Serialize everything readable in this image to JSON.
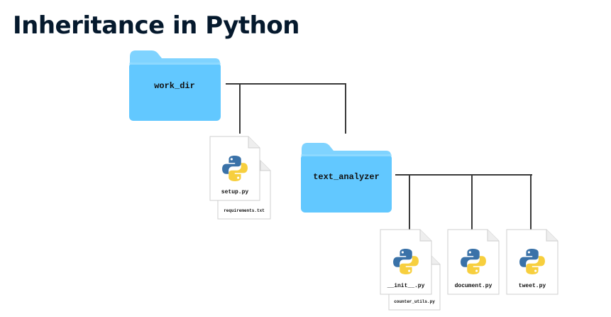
{
  "title": "Inheritance in Python",
  "folders": {
    "work_dir": {
      "label": "work_dir"
    },
    "text_analyzer": {
      "label": "text_analyzer"
    }
  },
  "files": {
    "setup": {
      "label": "setup.py"
    },
    "requirements": {
      "label": "requirements.txt"
    },
    "init": {
      "label": "__init__.py"
    },
    "counter_utils": {
      "label": "counter_utils.py"
    },
    "document": {
      "label": "document.py"
    },
    "tweet": {
      "label": "tweet.py"
    }
  },
  "colors": {
    "folder_body": "#62c8ff",
    "folder_tab": "#7fd3ff",
    "connector": "#3a3a3a",
    "title": "#05192d",
    "python_blue": "#3a72a8",
    "python_yellow": "#f7cf3e"
  }
}
